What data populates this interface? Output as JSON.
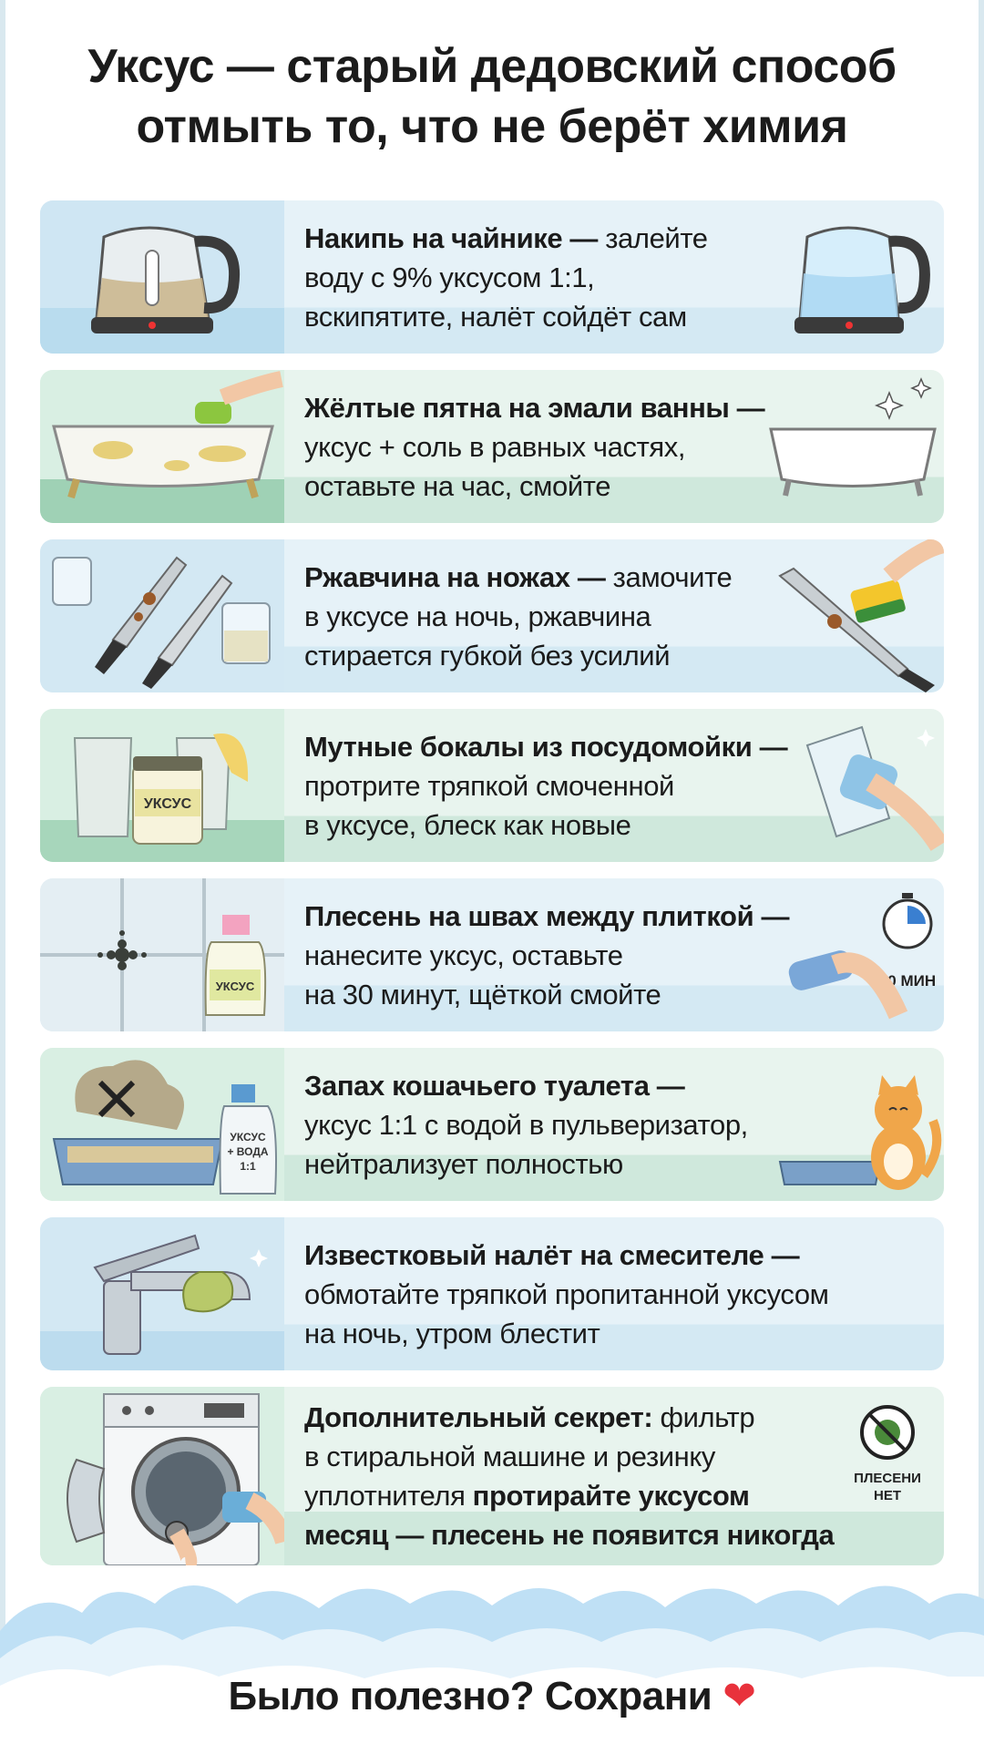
{
  "title": {
    "line1": "Уксус — старый дедовский способ",
    "line2": "отмыть то, что не берёт химия"
  },
  "cards": [
    {
      "bold": "Накипь на чайнике —",
      "rest1": " залейте",
      "line2": "воду с 9% уксусом 1:1,",
      "line3": "вскипятите, налёт сойдёт сам"
    },
    {
      "bold": "Жёлтые пятна на эмали ванны —",
      "line2": "уксус + соль в равных частях,",
      "line3": "оставьте на час, смойте"
    },
    {
      "bold": "Ржавчина на ножах —",
      "rest1": " замочите",
      "line2": "в уксусе на ночь, ржавчина",
      "line3": "стирается губкой без усилий"
    },
    {
      "bold": "Мутные бокалы из посудомойки —",
      "line2": "протрите тряпкой смоченной",
      "line3": "в уксусе, блеск как новые",
      "jar_label": "УКСУС"
    },
    {
      "bold": "Плесень на швах между плиткой —",
      "line2": "нанесите уксус, оставьте",
      "line3": "на 30 минут, щёткой смойте",
      "bottle_label": "УКСУС",
      "timer_label": "30 МИН"
    },
    {
      "bold": "Запах кошачьего туалета —",
      "line2": "уксус 1:1 с водой в пульверизатор,",
      "line3": "нейтрализует полностью",
      "bottle_label_1": "УКСУС",
      "bottle_label_2": "+ ВОДА",
      "bottle_label_3": "1:1"
    },
    {
      "bold": "Известковый налёт на смесителе —",
      "line2": "обмотайте тряпкой пропитанной уксусом",
      "line3": "на ночь, утром блестит"
    },
    {
      "bold": "Дополнительный секрет:",
      "rest1": " фильтр",
      "line2": "в стиральной машине и резинку",
      "line3a": "уплотнителя ",
      "line3b": "протирайте уксусом",
      "line4": "месяц — плесень не появится никогда",
      "badge_line1": "ПЛЕСЕНИ",
      "badge_line2": "НЕТ"
    }
  ],
  "footer": {
    "text": "Было полезно? Сохрани",
    "heart": "❤"
  },
  "colors": {
    "blue_card": "#e6f2f8",
    "green_card": "#e8f4ee",
    "heart": "#e8323c"
  }
}
